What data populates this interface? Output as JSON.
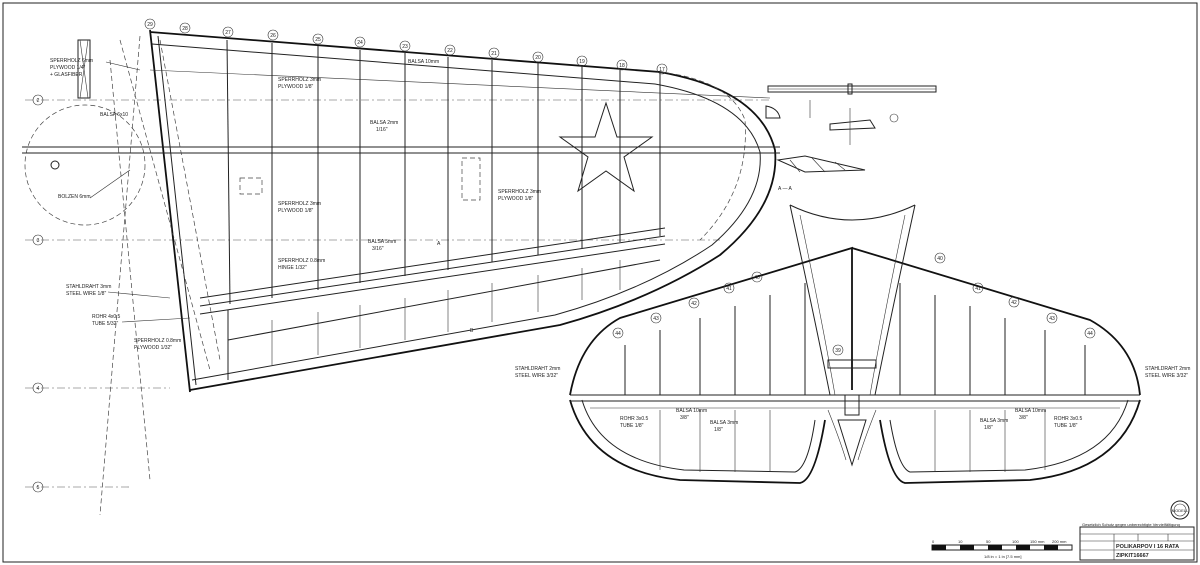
{
  "rib_numbers_wing": [
    "29",
    "28",
    "27",
    "26",
    "25",
    "24",
    "23",
    "22",
    "21",
    "20",
    "19",
    "18",
    "17"
  ],
  "station_markers": [
    "2",
    "3",
    "4",
    "5"
  ],
  "annotations": {
    "sperrholz_top": "SPERRHOLZ 6mm",
    "plywood_top": "PLYWOOD 1/4\"",
    "glasfiber": "+ GLASFIBER",
    "balsa_6x10": "BALSA 6x10",
    "balsa_spar": "BALSA 10mm",
    "sperrholz_inner": "SPERRHOLZ 3mm",
    "plywood_inner": "PLYWOOD 1/8\"",
    "balsa_2mm": "BALSA 2mm",
    "balsa_2mm_frac": "1/16\"",
    "bolzen": "BOLZEN 6mm",
    "sperrholz_rib": "SPERRHOLZ 3mm",
    "plywood_rib": "PLYWOOD 1/8\"",
    "sperrholz_mid": "SPERRHOLZ 3mm",
    "plywood_mid": "PLYWOOD 1/8\"",
    "balsa_5mm": "BALSA 5mm",
    "balsa_5mm_frac": "3/16\"",
    "sperrholz_hinge": "SPERRHOLZ 0.8mm",
    "hinge": "HINGE 1/32\"",
    "stahldraht_wing": "STAHLDRAHT 3mm",
    "steel_wire_wing": "STEEL WIRE 1/8\"",
    "rohr_wing": "ROHR 4x0.5",
    "tube_wing": "TUBE 5/32\"",
    "sperrholz_low": "SPERRHOLZ 0.8mm",
    "plywood_low": "PLYWOOD 1/32\"",
    "section_a": "A",
    "section_b": "B",
    "section_label": "A — A",
    "stahldraht_tail_l": "STAHLDRAHT 2mm",
    "steel_wire_tail_l": "STEEL WIRE 3/32\"",
    "stahldraht_tail_r": "STAHLDRAHT 2mm",
    "steel_wire_tail_r": "STEEL WIRE 3/32\"",
    "rohr_tail_l": "ROHR 3x0.5",
    "tube_tail_l": "TUBE 1/8\"",
    "balsa_tail_l1": "BALSA 10mm",
    "balsa_tail_l1_frac": "3/8\"",
    "balsa_tail_l2": "BALSA 3mm",
    "balsa_tail_l2_frac": "1/8\"",
    "balsa_tail_r1": "BALSA 3mm",
    "balsa_tail_r1_frac": "1/8\"",
    "balsa_tail_r2": "BALSA 10mm",
    "balsa_tail_r2_frac": "3/8\"",
    "rohr_tail_r": "ROHR 3x0.5",
    "tube_tail_r": "TUBE 1/8\""
  },
  "tail_rib_numbers": [
    "44",
    "43",
    "42",
    "41",
    "40",
    "39",
    "40",
    "41",
    "42",
    "43",
    "44"
  ],
  "scale": {
    "ticks": [
      "0",
      "10",
      "50",
      "100",
      "150 mm",
      "200 mm"
    ],
    "caption": "1/8 in = 1 in [7.5 mm]"
  },
  "title_block": {
    "notice": "Gesetzlich Schutz gegen unberechtigte Vervielfältigung",
    "title": "POLIKARPOV I 16 RATA",
    "number": "ZIPKIT16667",
    "stamp": "MODELL"
  }
}
